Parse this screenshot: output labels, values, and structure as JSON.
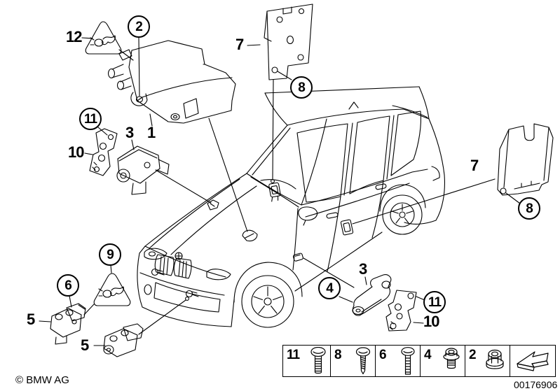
{
  "callouts": [
    {
      "label": "12",
      "style": "plain"
    },
    {
      "label": "2",
      "style": "circled"
    },
    {
      "label": "7",
      "style": "plain"
    },
    {
      "label": "8",
      "style": "circled"
    },
    {
      "label": "11",
      "style": "circled"
    },
    {
      "label": "10",
      "style": "plain"
    },
    {
      "label": "3",
      "style": "plain"
    },
    {
      "label": "1",
      "style": "plain"
    },
    {
      "label": "9",
      "style": "circled"
    },
    {
      "label": "6",
      "style": "circled"
    },
    {
      "label": "5",
      "style": "plain"
    },
    {
      "label": "5",
      "style": "plain"
    },
    {
      "label": "4",
      "style": "circled"
    },
    {
      "label": "3",
      "style": "plain"
    },
    {
      "label": "11",
      "style": "circled"
    },
    {
      "label": "10",
      "style": "plain"
    },
    {
      "label": "7",
      "style": "plain"
    },
    {
      "label": "8",
      "style": "circled"
    }
  ],
  "legend": {
    "items": [
      {
        "label": "11",
        "icon": "machine-screw"
      },
      {
        "label": "8",
        "icon": "tapping-screw"
      },
      {
        "label": "6",
        "icon": "long-screw"
      },
      {
        "label": "4",
        "icon": "flange-bolt"
      },
      {
        "label": "2",
        "icon": "flange-nut"
      },
      {
        "label": "",
        "icon": "direction-arrow"
      }
    ]
  },
  "footer": {
    "copyright": "© BMW AG",
    "drawing_number": "00176906"
  }
}
